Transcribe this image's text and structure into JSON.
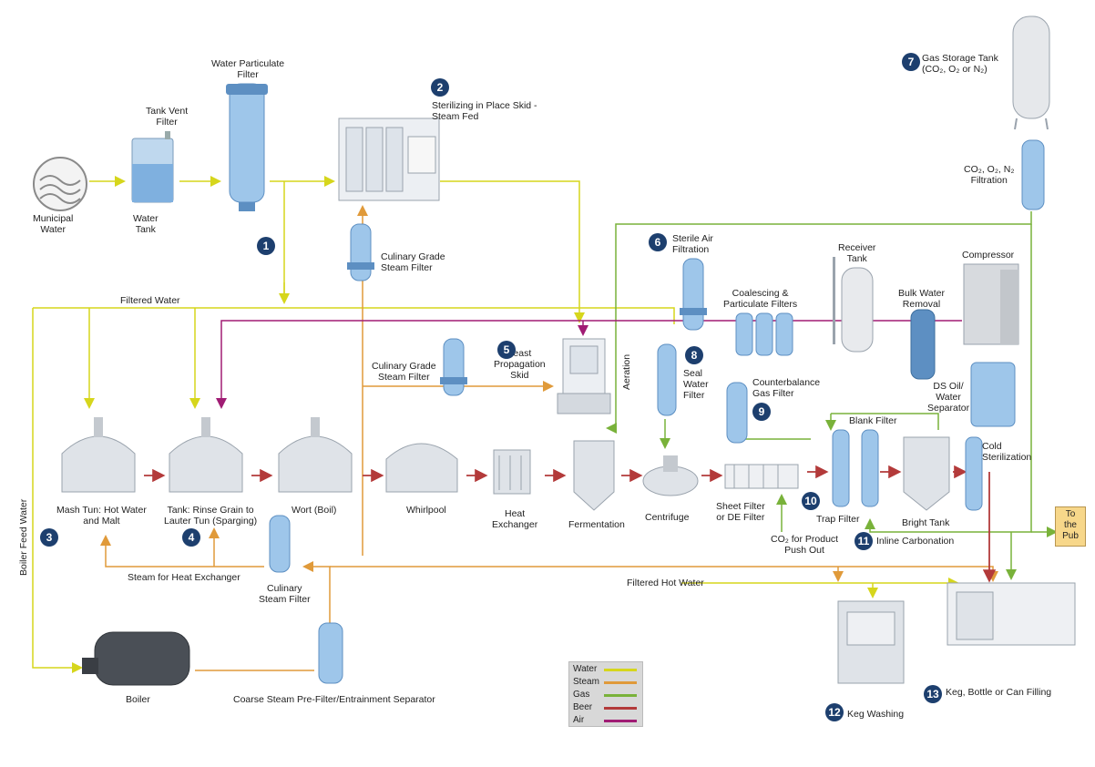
{
  "colors": {
    "water": "#d6d61c",
    "steam": "#e09a3a",
    "gas": "#79b23a",
    "beer": "#b33a3a",
    "air": "#a01c74",
    "equipment": "#9ec6ea",
    "equipment_dark": "#5d8fc2",
    "steel": "#c9ccd1",
    "badge": "#1d3f6e"
  },
  "labels": {
    "municipal_water": "Municipal\nWater",
    "water_tank": "Water\nTank",
    "tank_vent_filter": "Tank Vent\nFilter",
    "water_particulate_filter": "Water Particulate\nFilter",
    "sip_skid": "Sterilizing in Place Skid -\nSteam Fed",
    "culinary_steam_filter_top": "Culinary Grade\nSteam Filter",
    "filtered_water": "Filtered Water",
    "culinary_steam_filter_mid": "Culinary Grade\nSteam Filter",
    "yeast_skid": "Yeast\nPropagation\nSkid",
    "sterile_air": "Sterile Air\nFiltration",
    "seal_water_filter": "Seal\nWater\nFilter",
    "coalescing": "Coalescing &\nParticulate Filters",
    "receiver_tank": "Receiver\nTank",
    "bulk_water": "Bulk Water\nRemoval",
    "compressor": "Compressor",
    "ds_oil": "DS Oil/\nWater\nSeparator",
    "gas_storage": "Gas Storage Tank\n(CO₂, O₂ or N₂)",
    "gas_filtration": "CO₂, O₂, N₂\nFiltration",
    "counterbalance": "Counterbalance\nGas Filter",
    "blank_filter": "Blank Filter",
    "cold_sterilization": "Cold\nSterilization",
    "aeration": "Aeration",
    "mash_tun": "Mash Tun: Hot Water\nand Malt",
    "lauter_tun": "Tank: Rinse Grain to\nLauter Tun (Sparging)",
    "wort": "Wort (Boil)",
    "whirlpool": "Whirlpool",
    "heat_exchanger": "Heat\nExchanger",
    "fermentation": "Fermentation",
    "centrifuge": "Centrifuge",
    "sheet_filter": "Sheet Filter\nor DE Filter",
    "trap_filter": "Trap Filter",
    "bright_tank": "Bright Tank",
    "to_pub": "To\nthe\nPub",
    "co2_push": "CO₂ for Product\nPush Out",
    "inline_carbonation": "Inline Carbonation",
    "steam_heat_exchanger": "Steam for Heat Exchanger",
    "culinary_steam_filter_low": "Culinary\nSteam Filter",
    "filtered_hot_water": "Filtered Hot Water",
    "boiler_feed_water": "Boiler Feed Water",
    "boiler": "Boiler",
    "coarse_steam": "Coarse Steam Pre-Filter/Entrainment Separator",
    "keg_washing": "Keg Washing",
    "keg_filling": "Keg, Bottle or Can Filling"
  },
  "badges": [
    "1",
    "2",
    "3",
    "4",
    "5",
    "6",
    "7",
    "8",
    "9",
    "10",
    "11",
    "12",
    "13"
  ],
  "legend": [
    {
      "label": "Water",
      "color": "#d6d61c"
    },
    {
      "label": "Steam",
      "color": "#e09a3a"
    },
    {
      "label": "Gas",
      "color": "#79b23a"
    },
    {
      "label": "Beer",
      "color": "#b33a3a"
    },
    {
      "label": "Air",
      "color": "#a01c74"
    }
  ]
}
